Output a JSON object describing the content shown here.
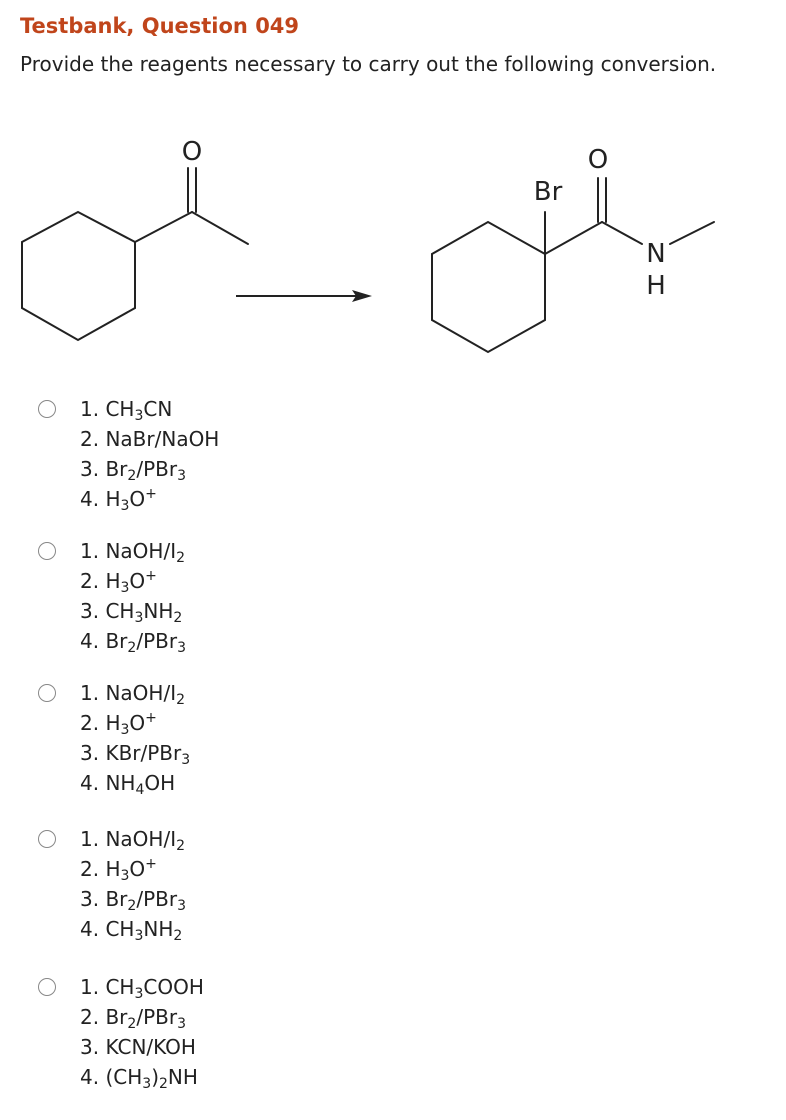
{
  "question": {
    "title": "Testbank, Question 049",
    "prompt": "Provide the reagents necessary to carry out the following conversion."
  },
  "reaction": {
    "reactant_atoms": [
      "O"
    ],
    "product_atoms": [
      "Br",
      "O",
      "N",
      "H"
    ]
  },
  "options": [
    {
      "steps": [
        {
          "n": "1.",
          "parts": [
            [
              "CH"
            ],
            [
              "3",
              "sub"
            ],
            [
              "CN"
            ]
          ]
        },
        {
          "n": "2.",
          "parts": [
            [
              "NaBr/NaOH"
            ]
          ]
        },
        {
          "n": "3.",
          "parts": [
            [
              "Br"
            ],
            [
              "2",
              "sub"
            ],
            [
              "/PBr"
            ],
            [
              "3",
              "sub"
            ]
          ]
        },
        {
          "n": "4.",
          "parts": [
            [
              "H"
            ],
            [
              "3",
              "sub"
            ],
            [
              "O"
            ],
            [
              "+",
              "sup"
            ]
          ]
        }
      ]
    },
    {
      "steps": [
        {
          "n": "1.",
          "parts": [
            [
              "NaOH/I"
            ],
            [
              "2",
              "sub"
            ]
          ]
        },
        {
          "n": "2.",
          "parts": [
            [
              "H"
            ],
            [
              "3",
              "sub"
            ],
            [
              "O"
            ],
            [
              "+",
              "sup"
            ]
          ]
        },
        {
          "n": "3.",
          "parts": [
            [
              "CH"
            ],
            [
              "3",
              "sub"
            ],
            [
              "NH"
            ],
            [
              "2",
              "sub"
            ]
          ]
        },
        {
          "n": "4.",
          "parts": [
            [
              "Br"
            ],
            [
              "2",
              "sub"
            ],
            [
              "/PBr"
            ],
            [
              "3",
              "sub"
            ]
          ]
        }
      ]
    },
    {
      "steps": [
        {
          "n": "1.",
          "parts": [
            [
              "NaOH/I"
            ],
            [
              "2",
              "sub"
            ]
          ]
        },
        {
          "n": "2.",
          "parts": [
            [
              "H"
            ],
            [
              "3",
              "sub"
            ],
            [
              "O"
            ],
            [
              "+",
              "sup"
            ]
          ]
        },
        {
          "n": "3.",
          "parts": [
            [
              "KBr/PBr"
            ],
            [
              "3",
              "sub"
            ]
          ]
        },
        {
          "n": "4.",
          "parts": [
            [
              "NH"
            ],
            [
              "4",
              "sub"
            ],
            [
              "OH"
            ]
          ]
        }
      ]
    },
    {
      "steps": [
        {
          "n": "1.",
          "parts": [
            [
              "NaOH/I"
            ],
            [
              "2",
              "sub"
            ]
          ]
        },
        {
          "n": "2.",
          "parts": [
            [
              "H"
            ],
            [
              "3",
              "sub"
            ],
            [
              "O"
            ],
            [
              "+",
              "sup"
            ]
          ]
        },
        {
          "n": "3.",
          "parts": [
            [
              "Br"
            ],
            [
              "2",
              "sub"
            ],
            [
              "/PBr"
            ],
            [
              "3",
              "sub"
            ]
          ]
        },
        {
          "n": "4.",
          "parts": [
            [
              "CH"
            ],
            [
              "3",
              "sub"
            ],
            [
              "NH"
            ],
            [
              "2",
              "sub"
            ]
          ]
        }
      ]
    },
    {
      "steps": [
        {
          "n": "1.",
          "parts": [
            [
              "CH"
            ],
            [
              "3",
              "sub"
            ],
            [
              "COOH"
            ]
          ]
        },
        {
          "n": "2.",
          "parts": [
            [
              "Br"
            ],
            [
              "2",
              "sub"
            ],
            [
              "/PBr"
            ],
            [
              "3",
              "sub"
            ]
          ]
        },
        {
          "n": "3.",
          "parts": [
            [
              "KCN/KOH"
            ]
          ]
        },
        {
          "n": "4.",
          "parts": [
            [
              "(CH"
            ],
            [
              "3",
              "sub"
            ],
            [
              ")"
            ],
            [
              "2",
              "sub"
            ],
            [
              "NH"
            ]
          ]
        }
      ]
    }
  ]
}
